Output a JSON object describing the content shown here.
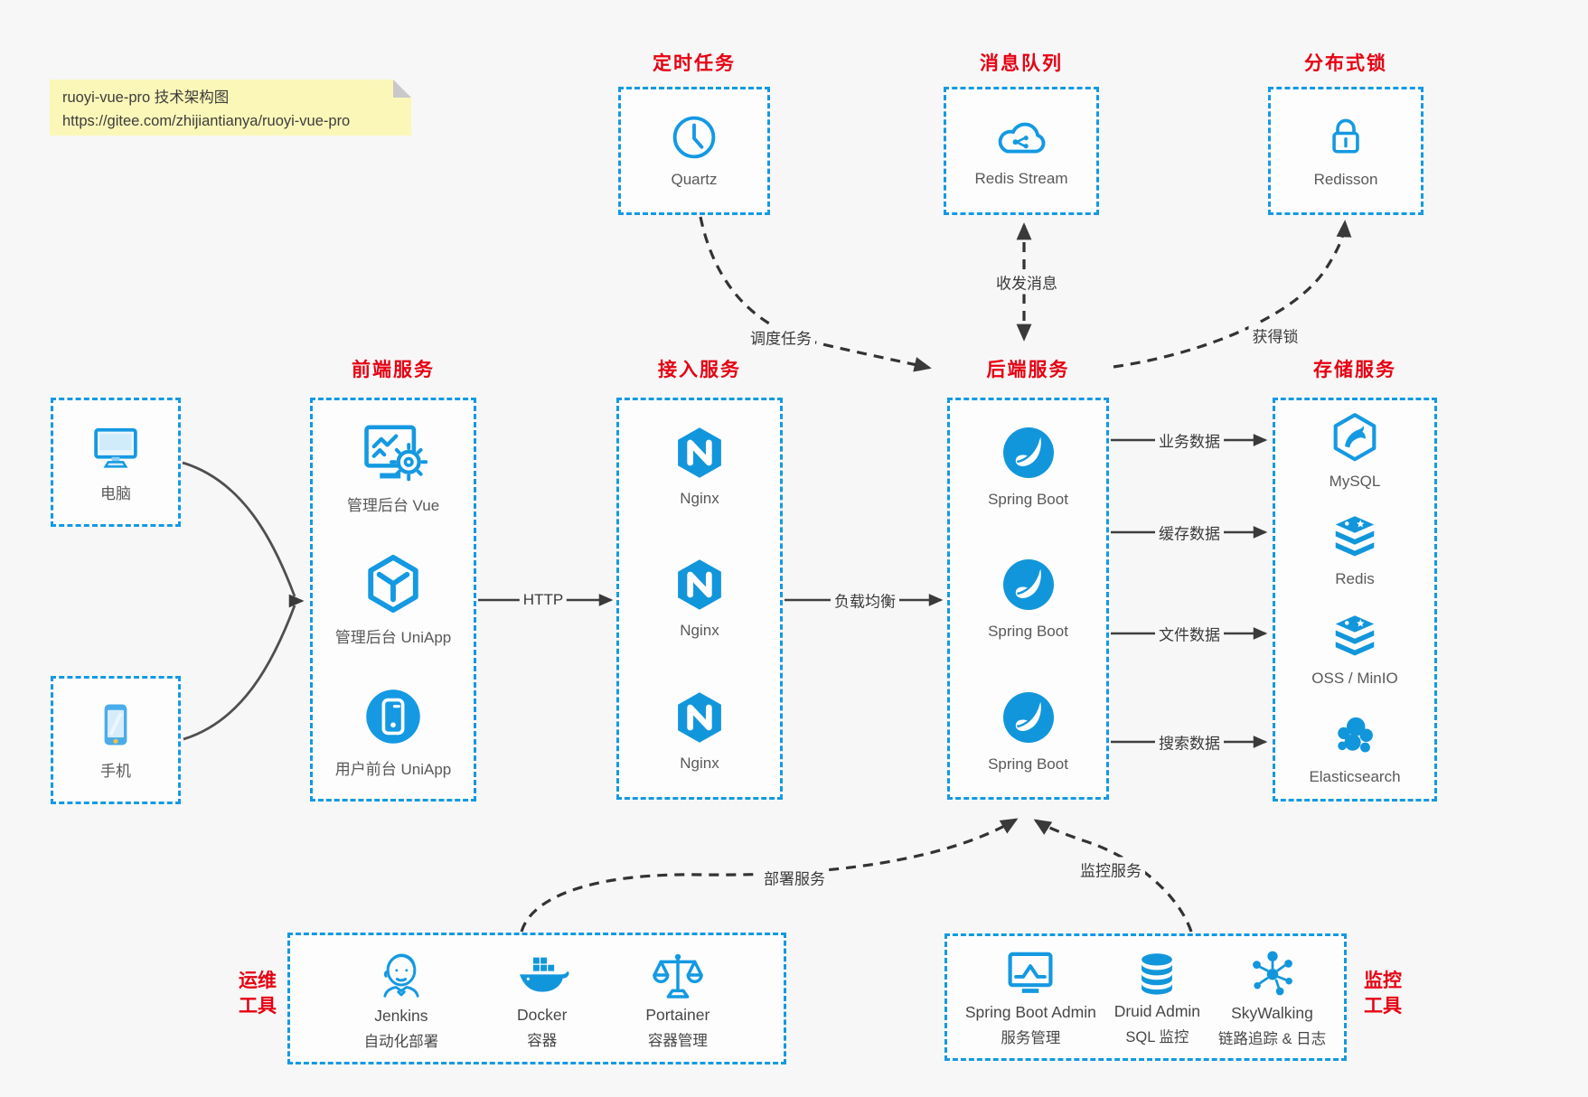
{
  "colors": {
    "accent_blue": "#1296db",
    "title_red": "#e60012",
    "note_bg": "#fbf7b8",
    "arrow": "#3a3a3a"
  },
  "note": {
    "line1": "ruoyi-vue-pro 技术架构图",
    "line2": "https://gitee.com/zhijiantianya/ruoyi-vue-pro"
  },
  "top_groups": [
    {
      "title": "定时任务",
      "node": {
        "label": "Quartz",
        "icon": "clock-icon"
      }
    },
    {
      "title": "消息队列",
      "node": {
        "label": "Redis Stream",
        "icon": "cloud-stream-icon"
      }
    },
    {
      "title": "分布式锁",
      "node": {
        "label": "Redisson",
        "icon": "lock-icon"
      }
    }
  ],
  "clients": [
    {
      "label": "电脑",
      "icon": "desktop-icon"
    },
    {
      "label": "手机",
      "icon": "smartphone-icon"
    }
  ],
  "groups": {
    "frontend": {
      "title": "前端服务",
      "items": [
        {
          "label": "管理后台 Vue",
          "icon": "admin-vue-icon"
        },
        {
          "label": "管理后台 UniApp",
          "icon": "uniapp-cube-icon"
        },
        {
          "label": "用户前台 UniApp",
          "icon": "user-app-icon"
        }
      ]
    },
    "gateway": {
      "title": "接入服务",
      "items": [
        {
          "label": "Nginx",
          "icon": "nginx-icon"
        },
        {
          "label": "Nginx",
          "icon": "nginx-icon"
        },
        {
          "label": "Nginx",
          "icon": "nginx-icon"
        }
      ]
    },
    "backend": {
      "title": "后端服务",
      "items": [
        {
          "label": "Spring Boot",
          "icon": "spring-boot-icon"
        },
        {
          "label": "Spring Boot",
          "icon": "spring-boot-icon"
        },
        {
          "label": "Spring Boot",
          "icon": "spring-boot-icon"
        }
      ]
    },
    "storage": {
      "title": "存储服务",
      "items": [
        {
          "label": "MySQL",
          "icon": "mysql-icon"
        },
        {
          "label": "Redis",
          "icon": "redis-stack-icon"
        },
        {
          "label": "OSS / MinIO",
          "icon": "object-storage-icon"
        },
        {
          "label": "Elasticsearch",
          "icon": "elasticsearch-icon"
        }
      ]
    }
  },
  "bottom_groups": {
    "ops": {
      "side_label": [
        "运维",
        "工具"
      ],
      "items": [
        {
          "name": "Jenkins",
          "desc": "自动化部署",
          "icon": "jenkins-icon"
        },
        {
          "name": "Docker",
          "desc": "容器",
          "icon": "docker-whale-icon"
        },
        {
          "name": "Portainer",
          "desc": "容器管理",
          "icon": "portainer-scales-icon"
        }
      ]
    },
    "monitoring": {
      "side_label": [
        "监控",
        "工具"
      ],
      "items": [
        {
          "name": "Spring Boot Admin",
          "desc": "服务管理",
          "icon": "monitor-chart-icon"
        },
        {
          "name": "Druid Admin",
          "desc": "SQL 监控",
          "icon": "database-icon"
        },
        {
          "name": "SkyWalking",
          "desc": "链路追踪 & 日志",
          "icon": "topology-icon"
        }
      ]
    }
  },
  "edges": {
    "http": "HTTP",
    "load_balance": "负载均衡",
    "schedule_task": "调度任务",
    "send_receive_message": "收发消息",
    "acquire_lock": "获得锁",
    "business_data": "业务数据",
    "cache_data": "缓存数据",
    "file_data": "文件数据",
    "search_data": "搜索数据",
    "deploy_service": "部署服务",
    "monitor_service": "监控服务"
  }
}
